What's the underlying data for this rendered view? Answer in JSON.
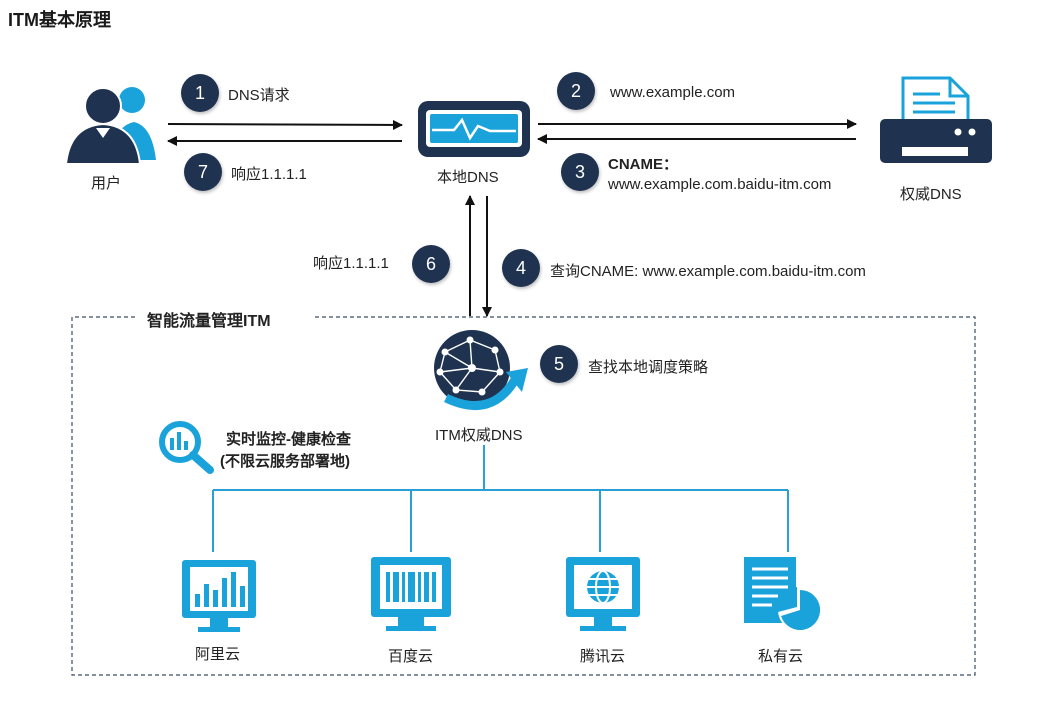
{
  "title": "ITM基本原理",
  "colors": {
    "navy": "#1f3350",
    "blue": "#1aa3db",
    "line": "#2a9fd6"
  },
  "nodes": {
    "user": {
      "label": "用户",
      "icon": "users-icon"
    },
    "local_dns": {
      "label": "本地DNS",
      "icon": "monitor-wave-icon"
    },
    "auth_dns": {
      "label": "权威DNS",
      "icon": "printer-server-icon"
    },
    "itm_dns": {
      "label": "ITM权威DNS",
      "icon": "globe-network-icon"
    }
  },
  "region": {
    "label": "智能流量管理ITM"
  },
  "monitor": {
    "line1": "实时监控-健康检查",
    "line2": "(不限云服务部署地)",
    "icon": "search-chart-icon"
  },
  "clouds": [
    {
      "label": "阿里云",
      "icon": "bar-chart-monitor-icon"
    },
    {
      "label": "百度云",
      "icon": "barcode-monitor-icon"
    },
    {
      "label": "腾讯云",
      "icon": "globe-monitor-icon"
    },
    {
      "label": "私有云",
      "icon": "document-pie-icon"
    }
  ],
  "steps": [
    {
      "num": "1",
      "text": "DNS请求"
    },
    {
      "num": "2",
      "text": "www.example.com"
    },
    {
      "num": "3",
      "text_bold": "CNAME：",
      "text": "www.example.com.baidu-itm.com"
    },
    {
      "num": "4",
      "text": "查询CNAME: www.example.com.baidu-itm.com"
    },
    {
      "num": "5",
      "text": "查找本地调度策略"
    },
    {
      "num": "6",
      "text": "响应1.1.1.1"
    },
    {
      "num": "7",
      "text": "响应1.1.1.1"
    }
  ]
}
